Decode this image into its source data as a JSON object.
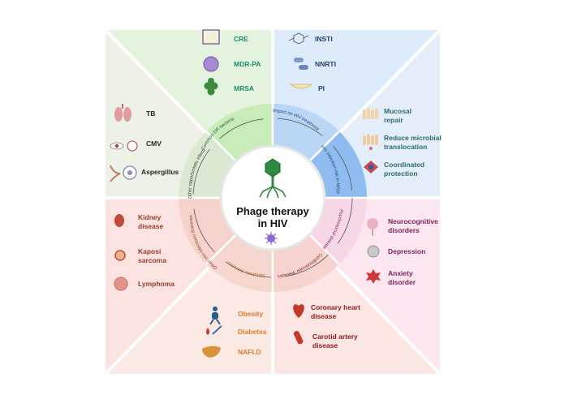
{
  "center": {
    "title_line1": "Phage therapy",
    "title_line2": "in HIV"
  },
  "ring_labels": {
    "common_dr_bacteria": "Common DR bacteria",
    "impact_on_hiv_treatment": "Impact on HIV treatment",
    "hiv_infection_risk_msm": "HIV infection risk in MSM",
    "psychosocial_diseases": "Psychosocial diseases",
    "cardiovascular_diseases": "Cardiovascular diseases",
    "metabolic_diseases": "Metabolic diseases",
    "other_non_infectious_diseases": "Other non-infectious diseases",
    "other_opportunistic_infections": "Other opportunistic infections"
  },
  "sectors": {
    "dr_bacteria": {
      "items": [
        "CRE",
        "MDR-PA",
        "MRSA"
      ],
      "text_color": "#1e8a6e"
    },
    "hiv_treatment": {
      "items": [
        "INSTI",
        "NNRTI",
        "PI"
      ],
      "text_color": "#1f3f72"
    },
    "msm": {
      "items": [
        [
          "Mucosal",
          "repair"
        ],
        [
          "Reduce microbial",
          "translocation"
        ],
        [
          "Coordinated",
          "protection"
        ]
      ],
      "text_color": "#2f6b6b"
    },
    "psychosocial": {
      "items": [
        [
          "Neurocognitive",
          "disorders"
        ],
        [
          "Depression"
        ],
        [
          "Anxiety",
          "disorder"
        ]
      ],
      "text_color": "#7a2360"
    },
    "cardiovascular": {
      "items": [
        [
          "Coronary heart",
          "disease"
        ],
        [
          "Carotid artery",
          "disease"
        ]
      ],
      "text_color": "#8b1a1a"
    },
    "metabolic": {
      "items": [
        "Obesity",
        "Diabetes",
        "NAFLD"
      ],
      "text_color": "#e07a2e"
    },
    "non_infectious": {
      "items": [
        [
          "Kidney",
          "disease"
        ],
        [
          "Kaposi",
          "sarcoma"
        ],
        [
          "Lymphoma"
        ]
      ],
      "text_color": "#9a3b2a"
    },
    "opportunistic": {
      "items": [
        "TB",
        "CMV",
        "Aspergillus"
      ],
      "text_color": "#1e2a1e"
    }
  },
  "colors": {
    "green_light": "#e3f3dc",
    "green_mid": "#c7ebb9",
    "blue_light": "#dceafa",
    "blue_mid": "#b6d5f5",
    "blue_dark": "#8fbdf0",
    "pink_light": "#fbe3ef",
    "pink_mid": "#f5cde0",
    "salmon_light": "#fbe0dd",
    "salmon_mid": "#f6cdc7",
    "sage_light": "#e9efe2",
    "sage_mid": "#dbe6cf"
  }
}
